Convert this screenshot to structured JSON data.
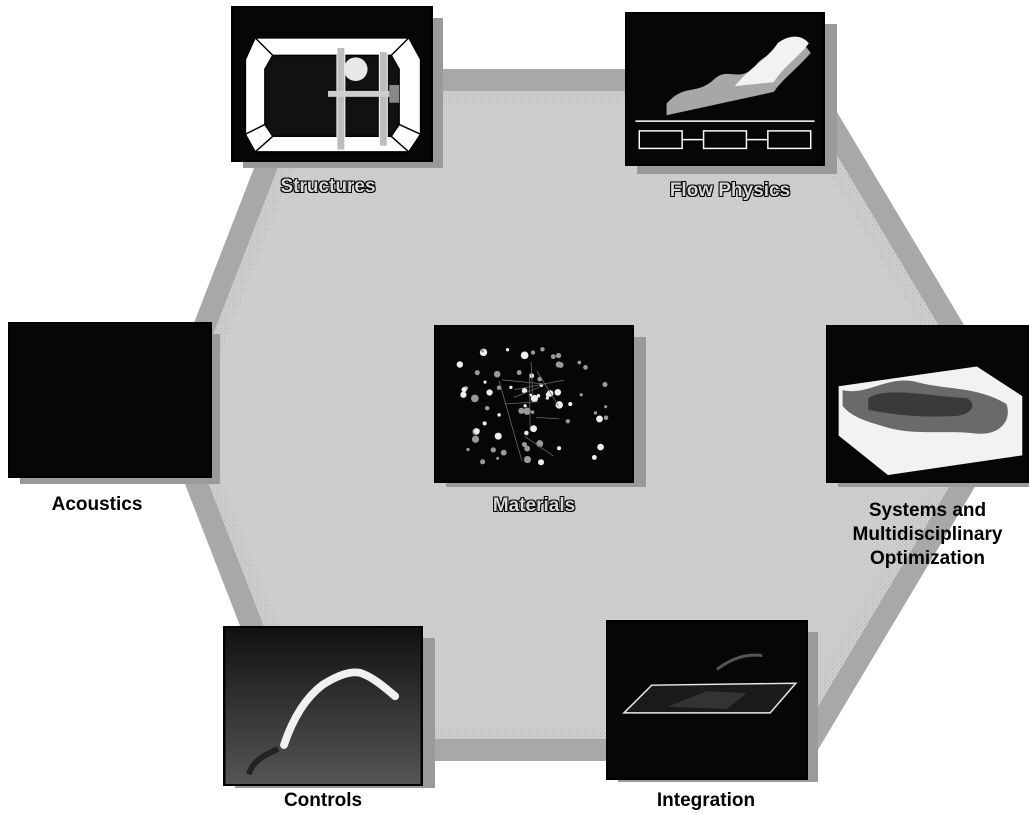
{
  "diagram": {
    "nodes": [
      {
        "id": "structures",
        "label": "Structures",
        "icon": "wind-tunnel-image"
      },
      {
        "id": "flow-physics",
        "label": "Flow Physics",
        "icon": "flow-simulation-image"
      },
      {
        "id": "acoustics",
        "label": "Acoustics",
        "icon": "blank-panel-image"
      },
      {
        "id": "materials",
        "label": "Materials",
        "icon": "molecular-structure-image"
      },
      {
        "id": "systems",
        "label_lines": [
          "Systems and",
          "Multidisciplinary",
          "Optimization"
        ],
        "icon": "surface-mesh-image"
      },
      {
        "id": "controls",
        "label": "Controls",
        "icon": "flexible-wing-image"
      },
      {
        "id": "integration",
        "label": "Integration",
        "icon": "wing-model-image"
      }
    ],
    "colors": {
      "hexagon_fill": "#c8c8c8",
      "hexagon_edge": "#a8a8a8",
      "panel_background": "#060606",
      "panel_shadow": "#9a9a9a"
    }
  }
}
